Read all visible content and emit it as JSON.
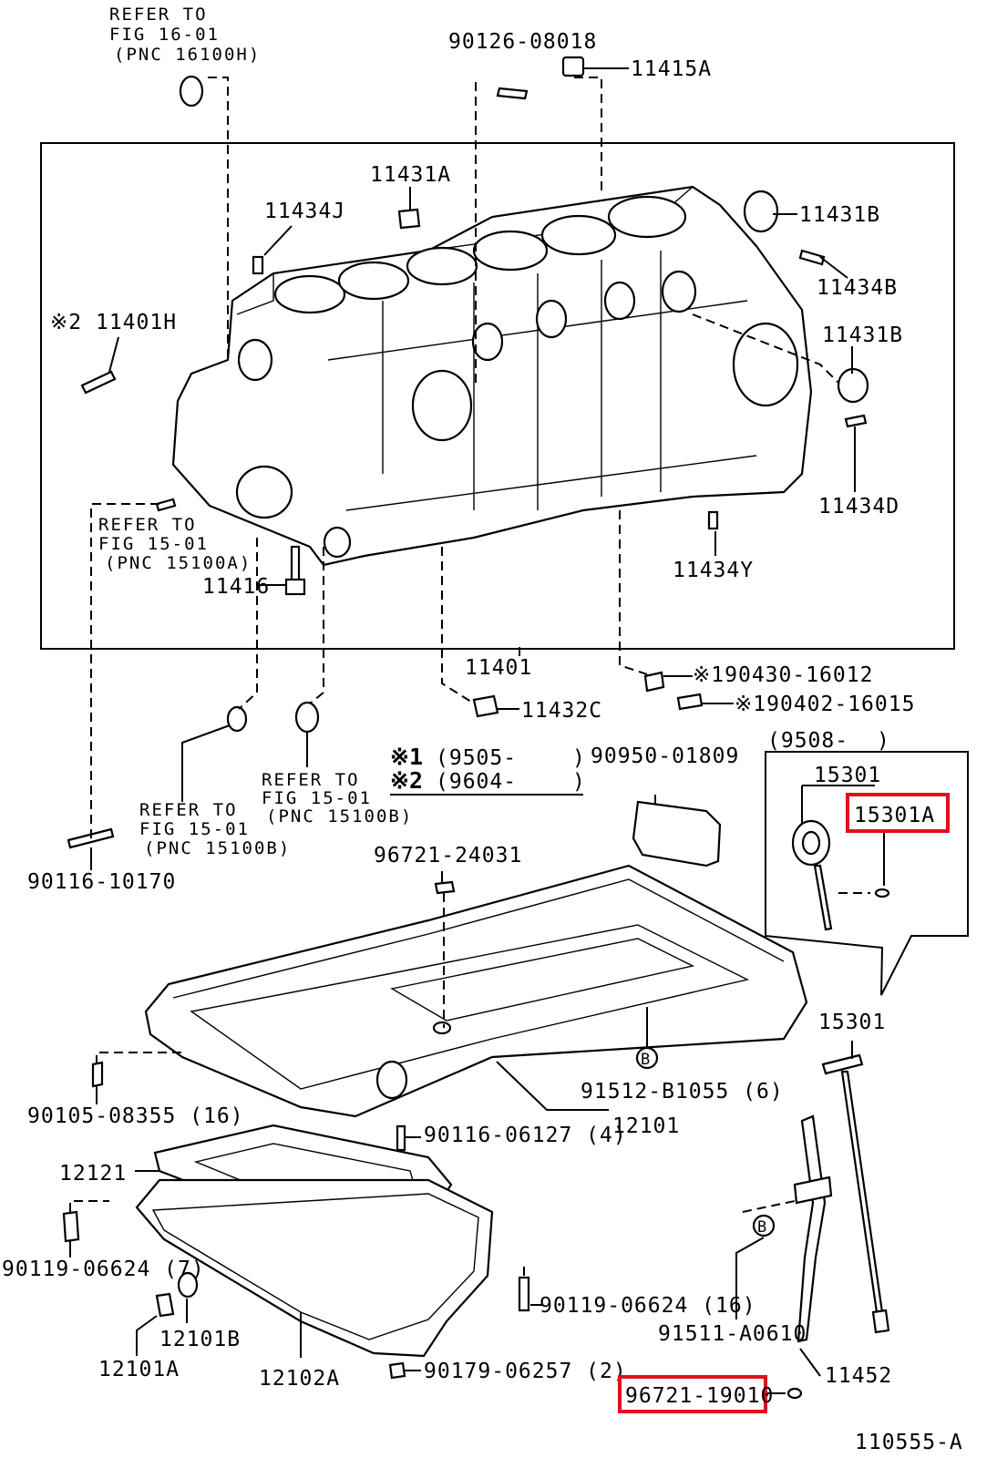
{
  "diagram_id": "110555-A",
  "validity": {
    "note1_mark": "※1",
    "note1_range": "(9505-",
    "note1_close": ")",
    "note2_mark": "※2",
    "note2_range": "(9604-",
    "note2_close": ")"
  },
  "refs": {
    "r1": [
      "REFER TO",
      "FIG 16-01",
      "(PNC 16100H)"
    ],
    "r2": [
      "REFER TO",
      "FIG 15-01",
      "(PNC 15100A)"
    ],
    "r3": [
      "REFER TO",
      "FIG 15-01",
      "(PNC 15100B)"
    ],
    "r4": [
      "REFER TO",
      "FIG 15-01",
      "(PNC 15100B)"
    ]
  },
  "inset": {
    "range_label": "(9508-",
    "range_close": ")",
    "parent": "15301",
    "child": "15301A"
  },
  "labels": {
    "p90126_08018": "90126-08018",
    "p11415A": "11415A",
    "p11431A": "11431A",
    "p11434J": "11434J",
    "p11431B_top": "11431B",
    "p11434B": "11434B",
    "p11431B_mid": "11431B",
    "p11401H": "※2 11401H",
    "p11434D": "11434D",
    "p11434Y": "11434Y",
    "p11416": "11416",
    "p11401": "11401",
    "p190430": "※190430-16012",
    "p11432C": "11432C",
    "p190402": "※190402-16015",
    "p90950": "90950-01809",
    "p90116_10170": "90116-10170",
    "p96721_24031": "96721-24031",
    "p15301_lower": "15301",
    "p90105": "90105-08355 (16)",
    "p91512": "91512-B1055 (6)",
    "p12101": "12101",
    "p90116_06127": "90116-06127 (4)",
    "p12121": "12121",
    "p90119_7": "90119-06624 (7)",
    "p90119_16": "90119-06624 (16)",
    "p91511": "91511-A0610",
    "p12101B": "12101B",
    "p12101A": "12101A",
    "p12102A": "12102A",
    "p90179": "90179-06257 (2)",
    "p11452": "11452",
    "p96721_19010": "96721-19010",
    "marker_b1": "B",
    "marker_b2": "B"
  },
  "highlight_color": "#e0101a"
}
